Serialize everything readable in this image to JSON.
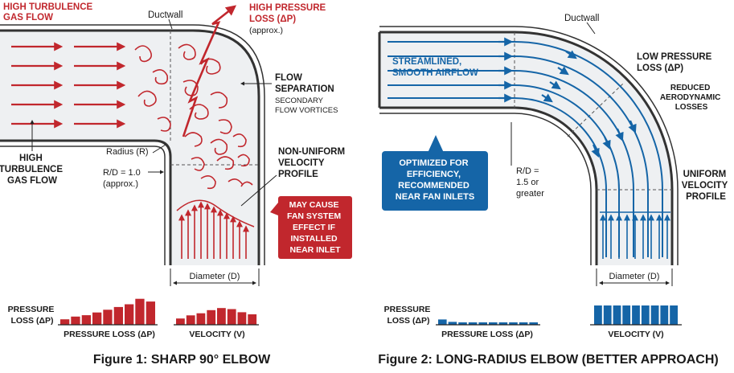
{
  "colors": {
    "red": "#c1272d",
    "blue": "#1565a7",
    "duct_fill": "#eef0f2",
    "wall": "#333333",
    "text": "#1a1a1a"
  },
  "figure1": {
    "high_turb_top": [
      "HIGH TURBULENCE",
      "GAS FLOW"
    ],
    "ductwall": "Ductwall",
    "high_pressure": [
      "HIGH PRESSURE",
      "LOSS (ΔP)"
    ],
    "approx": "(approx.)",
    "flow_sep": [
      "FLOW",
      "SEPARATION"
    ],
    "secondary": [
      "SECONDARY",
      "FLOW VORTICES"
    ],
    "high_turb_left": [
      "HIGH",
      "TURBULENCE",
      "GAS FLOW"
    ],
    "radius": "Radius (R)",
    "rd": [
      "R/D = 1.0",
      "(approx.)"
    ],
    "nonuniform": [
      "NON-UNIFORM",
      "VELOCITY",
      "PROFILE"
    ],
    "callout": [
      "MAY CAUSE",
      "FAN SYSTEM",
      "EFFECT IF",
      "INSTALLED",
      "NEAR INLET"
    ],
    "diameter": "Diameter (D)",
    "pressure_loss_side": [
      "PRESSURE",
      "LOSS (ΔP)"
    ],
    "pressure_loss_label": "PRESSURE LOSS (ΔP)",
    "velocity_label": "VELOCITY (V)",
    "caption": "Figure 1: SHARP 90° ELBOW"
  },
  "figure2": {
    "ductwall": "Ductwall",
    "streamlined": [
      "STREAMLINED,",
      "SMOOTH AIRFLOW"
    ],
    "low_pressure": [
      "LOW PRESSURE",
      "LOSS (ΔP)"
    ],
    "reduced": [
      "REDUCED",
      "AERODYNAMIC",
      "LOSSES"
    ],
    "optimized": [
      "OPTIMIZED FOR",
      "EFFICIENCY,",
      "RECOMMENDED",
      "NEAR FAN INLETS"
    ],
    "rd": [
      "R/D =",
      "1.5 or",
      "greater"
    ],
    "uniform": [
      "UNIFORM",
      "VELOCITY",
      "PROFILE"
    ],
    "diameter": "Diameter (D)",
    "pressure_loss_side": [
      "PRESSURE",
      "LOSS (ΔP)"
    ],
    "pressure_loss_label": "PRESSURE LOSS (ΔP)",
    "velocity_label": "VELOCITY (V)",
    "caption": "Figure 2: LONG-RADIUS ELBOW (BETTER APPROACH)"
  },
  "bar_values": {
    "fig1_pressure": [
      0.2,
      0.3,
      0.35,
      0.45,
      0.55,
      0.65,
      0.75,
      0.95,
      0.85
    ],
    "fig1_velocity": [
      0.3,
      0.45,
      0.55,
      0.7,
      0.8,
      0.75,
      0.6,
      0.5
    ],
    "fig2_pressure": [
      0.22,
      0.12,
      0.1,
      0.1,
      0.1,
      0.1,
      0.1,
      0.1,
      0.1,
      0.1
    ],
    "fig2_velocity": [
      1,
      1,
      1,
      1,
      1,
      1,
      1,
      1,
      1
    ]
  }
}
